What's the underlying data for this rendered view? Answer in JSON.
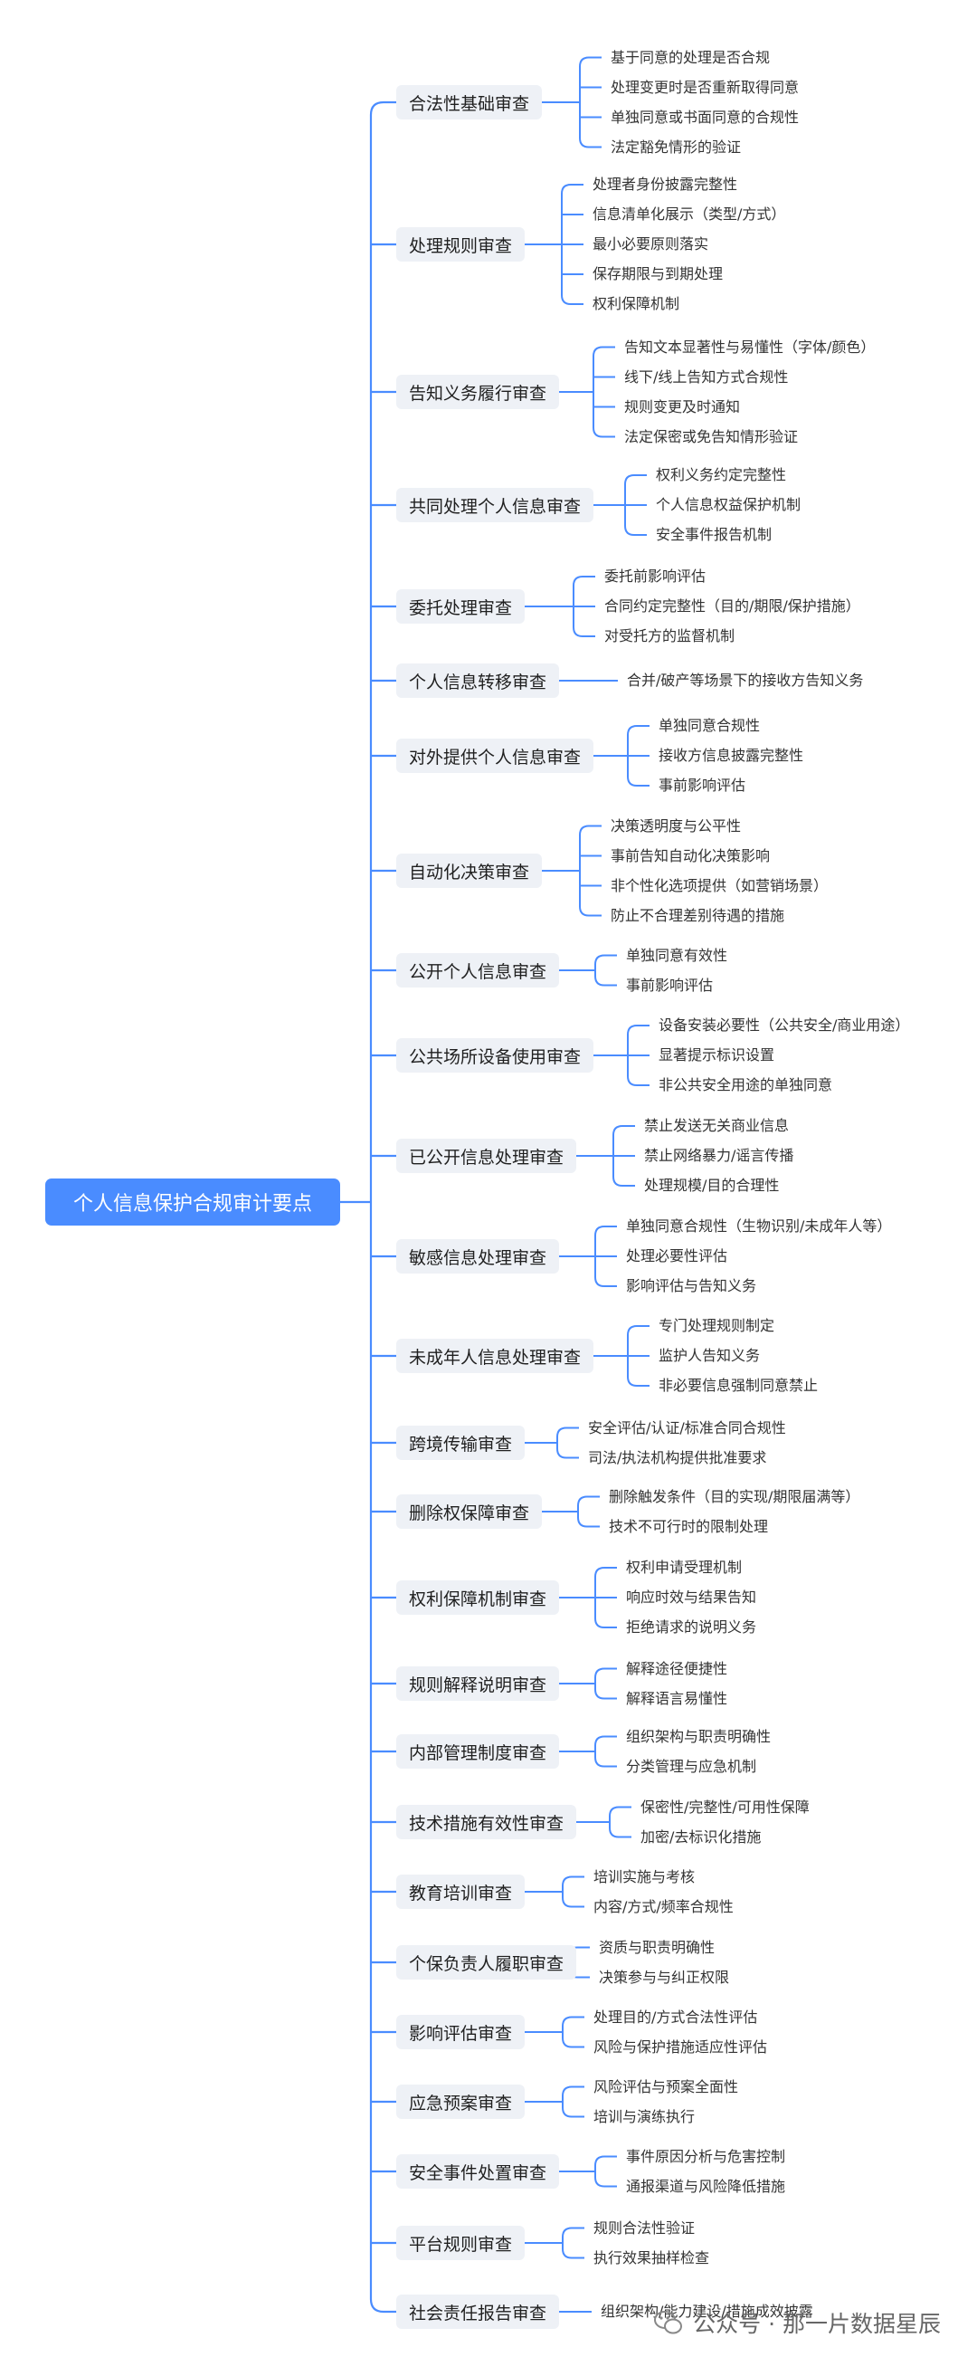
{
  "root": "个人信息保护合规审计要点",
  "branches": [
    {
      "label": "合法性基础审查",
      "items": [
        "基于同意的处理是否合规",
        "处理变更时是否重新取得同意",
        "单独同意或书面同意的合规性",
        "法定豁免情形的验证"
      ]
    },
    {
      "label": "处理规则审查",
      "items": [
        "处理者身份披露完整性",
        "信息清单化展示（类型/方式）",
        "最小必要原则落实",
        "保存期限与到期处理",
        "权利保障机制"
      ]
    },
    {
      "label": "告知义务履行审查",
      "items": [
        "告知文本显著性与易懂性（字体/颜色）",
        "线下/线上告知方式合规性",
        "规则变更及时通知",
        "法定保密或免告知情形验证"
      ]
    },
    {
      "label": "共同处理个人信息审查",
      "items": [
        "权利义务约定完整性",
        "个人信息权益保护机制",
        "安全事件报告机制"
      ]
    },
    {
      "label": "委托处理审查",
      "items": [
        "委托前影响评估",
        "合同约定完整性（目的/期限/保护措施）",
        "对受托方的监督机制"
      ]
    },
    {
      "label": "个人信息转移审查",
      "items": [
        "合并/破产等场景下的接收方告知义务"
      ]
    },
    {
      "label": "对外提供个人信息审查",
      "items": [
        "单独同意合规性",
        "接收方信息披露完整性",
        "事前影响评估"
      ]
    },
    {
      "label": "自动化决策审查",
      "items": [
        "决策透明度与公平性",
        "事前告知自动化决策影响",
        "非个性化选项提供（如营销场景）",
        "防止不合理差别待遇的措施"
      ]
    },
    {
      "label": "公开个人信息审查",
      "items": [
        "单独同意有效性",
        "事前影响评估"
      ]
    },
    {
      "label": "公共场所设备使用审查",
      "items": [
        "设备安装必要性（公共安全/商业用途）",
        "显著提示标识设置",
        "非公共安全用途的单独同意"
      ]
    },
    {
      "label": "已公开信息处理审查",
      "items": [
        "禁止发送无关商业信息",
        "禁止网络暴力/谣言传播",
        "处理规模/目的合理性"
      ]
    },
    {
      "label": "敏感信息处理审查",
      "items": [
        "单独同意合规性（生物识别/未成年人等）",
        "处理必要性评估",
        "影响评估与告知义务"
      ]
    },
    {
      "label": "未成年人信息处理审查",
      "items": [
        "专门处理规则制定",
        "监护人告知义务",
        "非必要信息强制同意禁止"
      ]
    },
    {
      "label": "跨境传输审查",
      "items": [
        "安全评估/认证/标准合同合规性",
        "司法/执法机构提供批准要求"
      ]
    },
    {
      "label": "删除权保障审查",
      "items": [
        "删除触发条件（目的实现/期限届满等）",
        "技术不可行时的限制处理"
      ]
    },
    {
      "label": "权利保障机制审查",
      "items": [
        "权利申请受理机制",
        "响应时效与结果告知",
        "拒绝请求的说明义务"
      ]
    },
    {
      "label": "规则解释说明审查",
      "items": [
        "解释途径便捷性",
        "解释语言易懂性"
      ]
    },
    {
      "label": "内部管理制度审查",
      "items": [
        "组织架构与职责明确性",
        "分类管理与应急机制"
      ]
    },
    {
      "label": "技术措施有效性审查",
      "items": [
        "保密性/完整性/可用性保障",
        "加密/去标识化措施"
      ]
    },
    {
      "label": "教育培训审查",
      "items": [
        "培训实施与考核",
        "内容/方式/频率合规性"
      ]
    },
    {
      "label": "个保负责人履职审查",
      "items": [
        "资质与职责明确性",
        "决策参与与纠正权限"
      ]
    },
    {
      "label": "影响评估审查",
      "items": [
        "处理目的/方式合法性评估",
        "风险与保护措施适应性评估"
      ]
    },
    {
      "label": "应急预案审查",
      "items": [
        "风险评估与预案全面性",
        "培训与演练执行"
      ]
    },
    {
      "label": "安全事件处置审查",
      "items": [
        "事件原因分析与危害控制",
        "通报渠道与风险降低措施"
      ]
    },
    {
      "label": "平台规则审查",
      "items": [
        "规则合法性验证",
        "执行效果抽样检查"
      ]
    },
    {
      "label": "社会责任报告审查",
      "items": [
        "组织架构/能力建设/措施成效披露"
      ]
    }
  ],
  "watermark": "公众号 · 那一片数据星辰",
  "colors": {
    "root_bg": "#4a8cff",
    "branch_bg": "#eef1f6",
    "line": "#4a8cff",
    "text": "#333333"
  }
}
